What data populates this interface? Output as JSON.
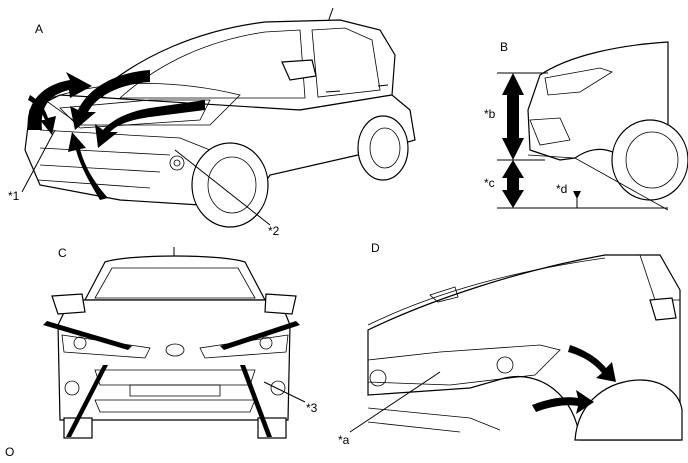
{
  "panels": {
    "a": {
      "letter": "A"
    },
    "b": {
      "letter": "B"
    },
    "c": {
      "letter": "C"
    },
    "d": {
      "letter": "D"
    }
  },
  "callouts": {
    "c1": "*1",
    "c2": "*2",
    "c3": "*3",
    "ca": "*a",
    "cb": "*b",
    "cc": "*c",
    "cd": "*d"
  },
  "footer_code": "O"
}
